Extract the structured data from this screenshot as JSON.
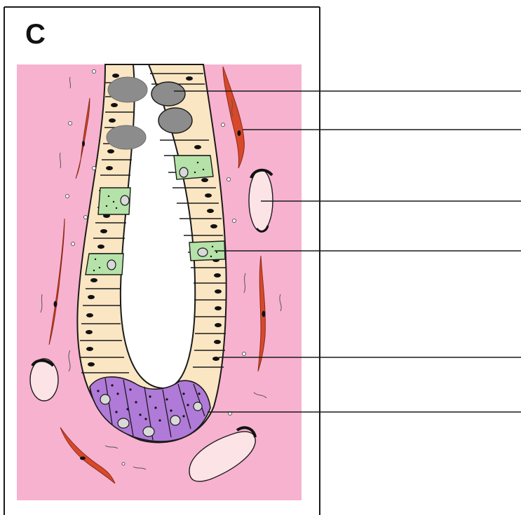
{
  "panel": {
    "letter": "C"
  },
  "colors": {
    "tissue": "#f7b2cf",
    "cell_cytoplasm": "#fbe6c3",
    "goblet_cell": "#b5e2a8",
    "paneth_cell": "#b07ad8",
    "fibroblast": "#d7492a",
    "vessel": "#fbe3e6",
    "mitotic_cell": "#8c8c8c",
    "outline": "#1a1a1a"
  },
  "icons": [
    "fibroblast-icon",
    "blood-vessel-icon",
    "goblet-cell-icon",
    "paneth-cell-icon",
    "mitotic-figure-icon"
  ],
  "labels": [
    {
      "name": "label-line-mitotic-figure",
      "text": ""
    },
    {
      "name": "label-line-fibroblast",
      "text": ""
    },
    {
      "name": "label-line-blood-vessel",
      "text": ""
    },
    {
      "name": "label-line-goblet-cell",
      "text": ""
    },
    {
      "name": "label-line-enterocyte",
      "text": ""
    },
    {
      "name": "label-line-paneth-cell",
      "text": ""
    }
  ]
}
